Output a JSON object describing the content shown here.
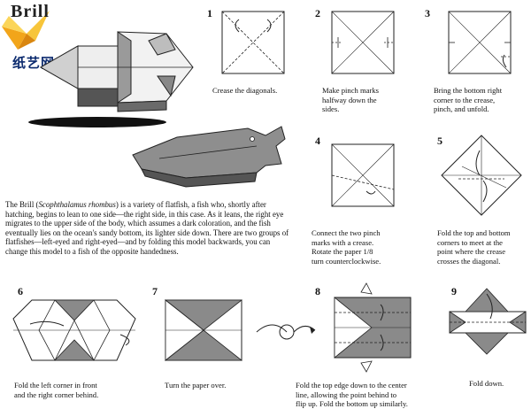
{
  "title": "Brill",
  "watermark": "纸艺网",
  "intro": {
    "part1": "The Brill (",
    "species": "Scophthalamus rhombus",
    "part2": ") is a variety of flatfish, a fish who, shortly after hatching, begins to lean to one side—the right side, in this case. As it leans, the right eye migrates to the upper side of the body, which assumes a dark coloration, and the fish eventually lies on the ocean's sandy bottom, its lighter side down.  There are two groups of flatfishes—left-eyed and right-eyed—and by folding this model backwards, you can change this model to a fish of the opposite handedness."
  },
  "steps": [
    {
      "num": "1",
      "caption": "Crease the diagonals."
    },
    {
      "num": "2",
      "caption": "Make pinch marks\nhalfway down the\nsides."
    },
    {
      "num": "3",
      "caption": "Bring the bottom right\ncorner to the crease,\npinch, and unfold."
    },
    {
      "num": "4",
      "caption": "Connect the two pinch\nmarks with a crease.\nRotate the paper 1/8\nturn counterclockwise."
    },
    {
      "num": "5",
      "caption": "Fold the top and bottom\ncorners to meet at the\npoint where the crease\ncrosses the diagonal."
    },
    {
      "num": "6",
      "caption": "Fold the left corner in front\nand the right corner behind."
    },
    {
      "num": "7",
      "caption": "Turn the paper over."
    },
    {
      "num": "8",
      "caption": "Fold the top edge down to the center\nline, allowing the point behind to\nflip up.  Fold the bottom up similarly."
    },
    {
      "num": "9",
      "caption": "Fold down."
    }
  ]
}
